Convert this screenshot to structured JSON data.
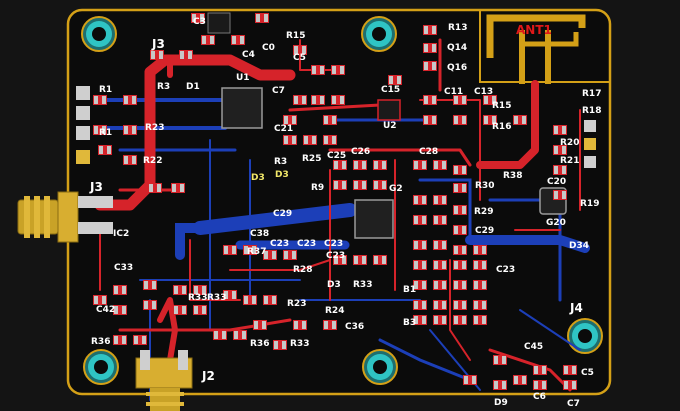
{
  "board": {
    "antenna_label": "ANT1",
    "labels": [
      {
        "id": "j3-top",
        "text": "J3"
      },
      {
        "id": "r3",
        "text": "R3"
      },
      {
        "id": "d1",
        "text": "D1"
      },
      {
        "id": "c3",
        "text": "C3"
      },
      {
        "id": "c0",
        "text": "C0"
      },
      {
        "id": "c4",
        "text": "C4"
      },
      {
        "id": "r15-top",
        "text": "R15"
      },
      {
        "id": "u1",
        "text": "U1"
      },
      {
        "id": "c5",
        "text": "C5"
      },
      {
        "id": "c7",
        "text": "C7"
      },
      {
        "id": "r13",
        "text": "R13"
      },
      {
        "id": "q14",
        "text": "Q14"
      },
      {
        "id": "q16",
        "text": "Q16"
      },
      {
        "id": "c15",
        "text": "C15"
      },
      {
        "id": "u2",
        "text": "U2"
      },
      {
        "id": "c11",
        "text": "C11"
      },
      {
        "id": "c13",
        "text": "C13"
      },
      {
        "id": "r15",
        "text": "R15"
      },
      {
        "id": "r16",
        "text": "R16"
      },
      {
        "id": "r17",
        "text": "R17"
      },
      {
        "id": "r18",
        "text": "R18"
      },
      {
        "id": "r20",
        "text": "R20"
      },
      {
        "id": "r21",
        "text": "R21"
      },
      {
        "id": "r1a",
        "text": "R1"
      },
      {
        "id": "r1b",
        "text": "R1"
      },
      {
        "id": "r22",
        "text": "R22"
      },
      {
        "id": "r23",
        "text": "R23"
      },
      {
        "id": "c21",
        "text": "C21"
      },
      {
        "id": "r3b",
        "text": "R3"
      },
      {
        "id": "r25",
        "text": "R25"
      },
      {
        "id": "c25",
        "text": "C25"
      },
      {
        "id": "c26",
        "text": "C26"
      },
      {
        "id": "c28",
        "text": "C28"
      },
      {
        "id": "d3a",
        "text": "D3"
      },
      {
        "id": "d3b",
        "text": "D3"
      },
      {
        "id": "j3",
        "text": "J3"
      },
      {
        "id": "r9",
        "text": "R9"
      },
      {
        "id": "g2",
        "text": "G2"
      },
      {
        "id": "r38",
        "text": "R38"
      },
      {
        "id": "r30",
        "text": "R30"
      },
      {
        "id": "c20",
        "text": "C20"
      },
      {
        "id": "r19",
        "text": "R19"
      },
      {
        "id": "g20",
        "text": "G20"
      },
      {
        "id": "ic2",
        "text": "IC2"
      },
      {
        "id": "c29a",
        "text": "C29"
      },
      {
        "id": "c29b",
        "text": "C29"
      },
      {
        "id": "r29",
        "text": "R29"
      },
      {
        "id": "c38",
        "text": "C38"
      },
      {
        "id": "c23a",
        "text": "C23"
      },
      {
        "id": "c23b",
        "text": "C23"
      },
      {
        "id": "r37",
        "text": "R37"
      },
      {
        "id": "c23c",
        "text": "C23"
      },
      {
        "id": "d34",
        "text": "D34"
      },
      {
        "id": "c33",
        "text": "C33"
      },
      {
        "id": "r28",
        "text": "R28"
      },
      {
        "id": "c23d",
        "text": "C23"
      },
      {
        "id": "c23e",
        "text": "C23"
      },
      {
        "id": "d3c",
        "text": "D3"
      },
      {
        "id": "r33",
        "text": "R33"
      },
      {
        "id": "b1",
        "text": "B1"
      },
      {
        "id": "b3",
        "text": "B3"
      },
      {
        "id": "c42",
        "text": "C42"
      },
      {
        "id": "r36a",
        "text": "R36"
      },
      {
        "id": "r33b",
        "text": "R33"
      },
      {
        "id": "r33c",
        "text": "R33"
      },
      {
        "id": "r36b",
        "text": "R36"
      },
      {
        "id": "r23b",
        "text": "R23"
      },
      {
        "id": "r24",
        "text": "R24"
      },
      {
        "id": "c36",
        "text": "C36"
      },
      {
        "id": "r33d",
        "text": "R33"
      },
      {
        "id": "j4",
        "text": "J4"
      },
      {
        "id": "j2",
        "text": "J2"
      },
      {
        "id": "c45",
        "text": "C45"
      },
      {
        "id": "c5b",
        "text": "C5"
      },
      {
        "id": "c6",
        "text": "C6"
      },
      {
        "id": "c7b",
        "text": "C7"
      },
      {
        "id": "d9",
        "text": "D9"
      }
    ]
  },
  "colors": {
    "background": "#141414",
    "board": "#0b0b0b",
    "edge_gold": "#d4a017",
    "trace_red": "#d6232a",
    "trace_blue": "#1c3fb8",
    "pad_silver": "#c8c8c8",
    "mount_ring": "#2fc4c4",
    "silkscreen": "#ffffff"
  }
}
